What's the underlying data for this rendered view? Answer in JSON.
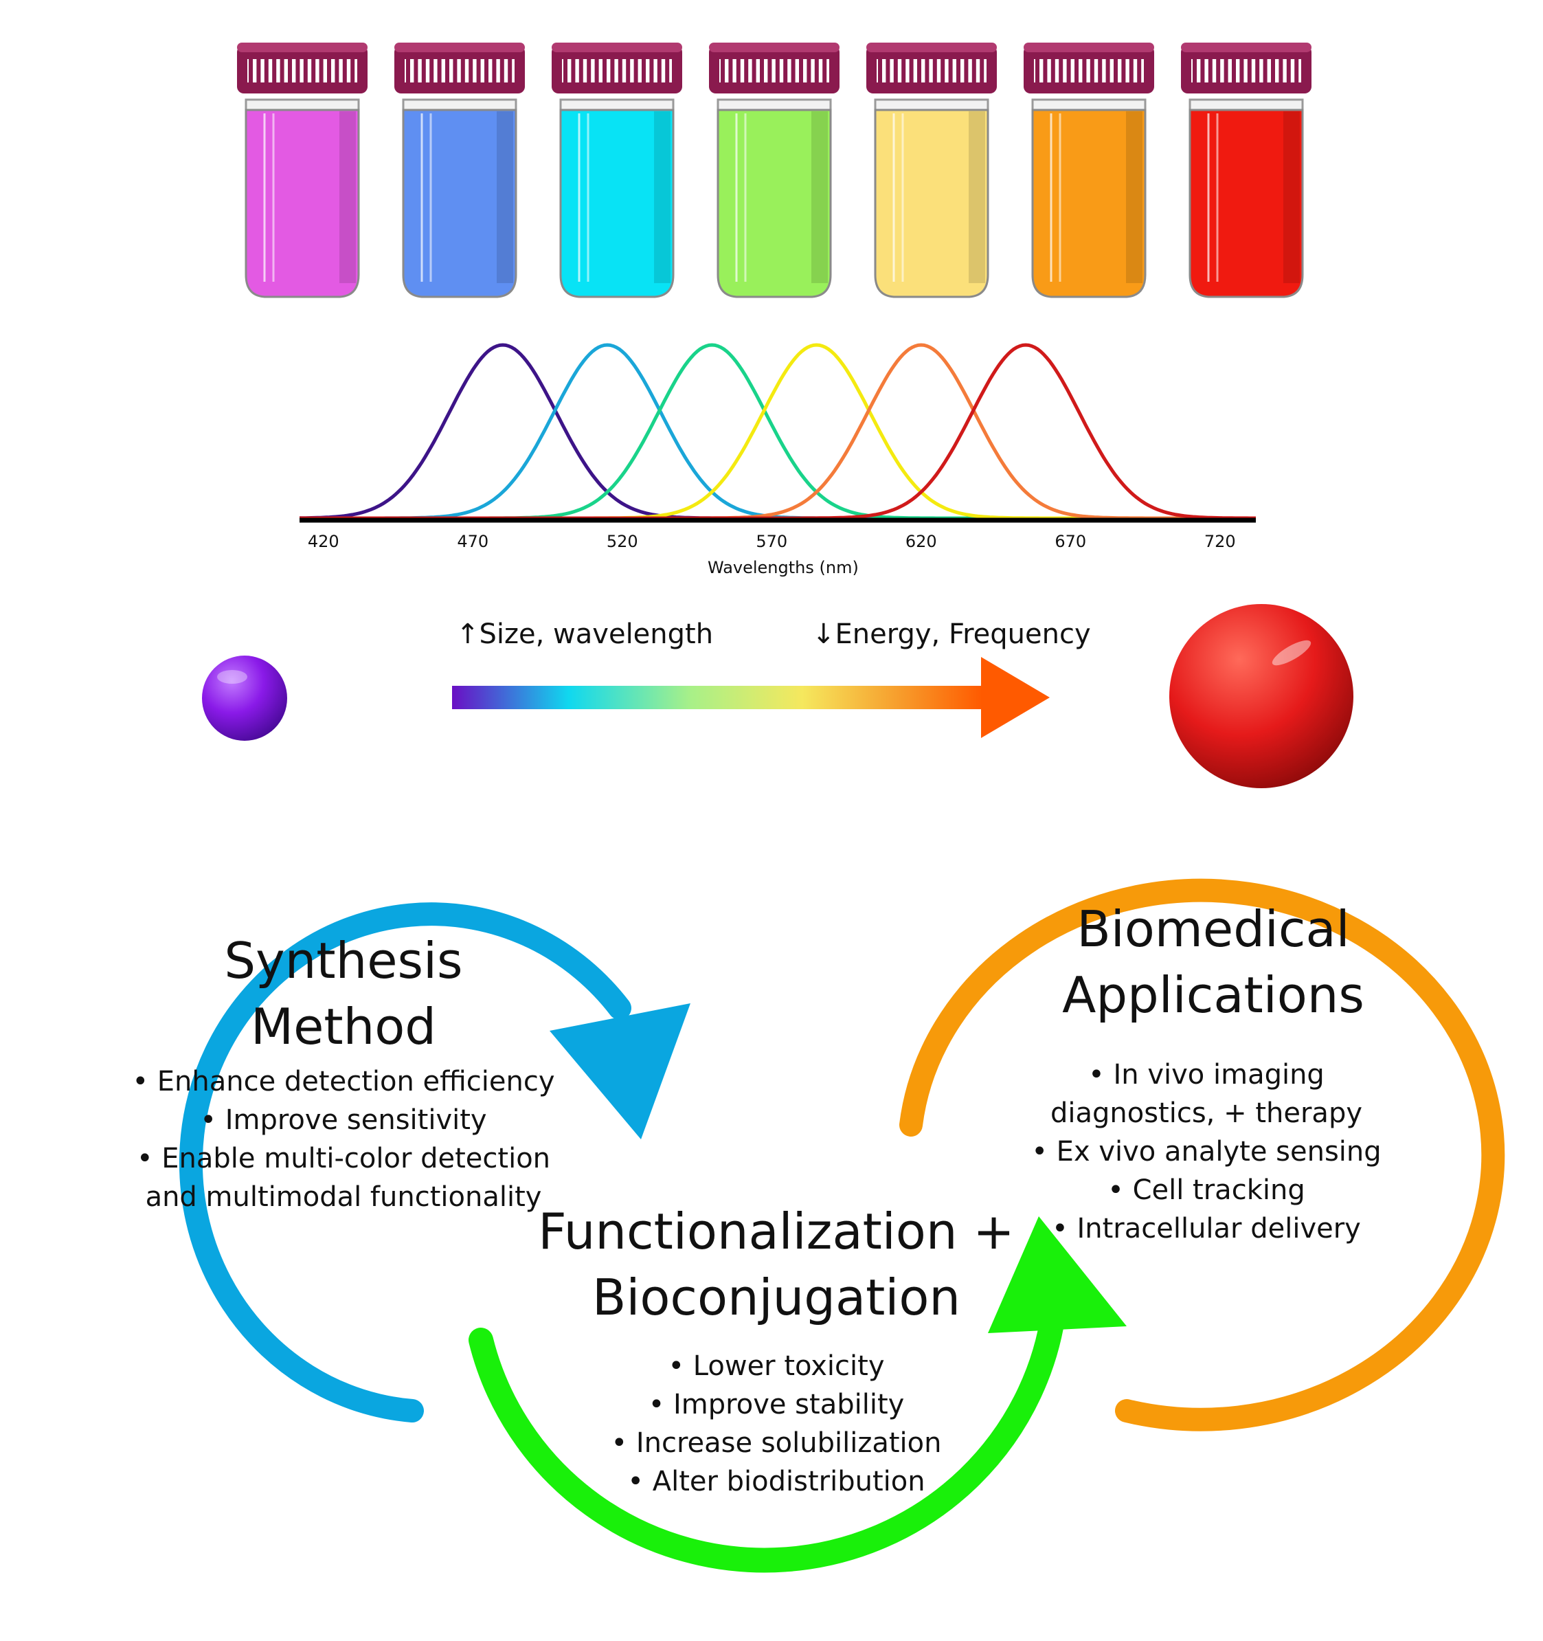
{
  "vials": [
    {
      "color": "#e35ae3"
    },
    {
      "color": "#5f8ff2"
    },
    {
      "color": "#08e3f5"
    },
    {
      "color": "#99f05b"
    },
    {
      "color": "#fbe07a"
    },
    {
      "color": "#f99b17"
    },
    {
      "color": "#f01a10"
    }
  ],
  "cap_color": "#8a1a4e",
  "chart_data": {
    "type": "line",
    "xlabel": "Wavelengths (nm)",
    "x_ticks": [
      420,
      470,
      520,
      570,
      620,
      670,
      720
    ],
    "xlim": [
      412,
      732
    ],
    "series": [
      {
        "peak": 480,
        "color": "#3d1488"
      },
      {
        "peak": 515,
        "color": "#1aa6d8"
      },
      {
        "peak": 550,
        "color": "#19d38a"
      },
      {
        "peak": 585,
        "color": "#f4ea10"
      },
      {
        "peak": 620,
        "color": "#f47b3a"
      },
      {
        "peak": 655,
        "color": "#d01a1a"
      }
    ]
  },
  "gradient_arrow": {
    "left_label": "Size, wavelength",
    "right_label": "Energy, Frequency",
    "left_arrow_glyph": "↑",
    "right_arrow_glyph": "↓",
    "stops": [
      "#6a0fc4",
      "#10d8ef",
      "#a8f088",
      "#f5e85e",
      "#f79a2a",
      "#ff5a00"
    ]
  },
  "particles": {
    "small_color": "#8a1ae8",
    "large_color": "#e51a1a"
  },
  "synthesis": {
    "title_line1": "Synthesis",
    "title_line2": "Method",
    "bullets": [
      "• Enhance detection efficiency",
      "• Improve sensitivity",
      "• Enable multi-color detection",
      "and multimodal functionality"
    ],
    "arrow_color": "#0aa6e0"
  },
  "functionalization": {
    "title_line1": "Functionalization +",
    "title_line2": "Bioconjugation",
    "bullets": [
      "• Lower toxicity",
      "• Improve stability",
      "• Increase solubilization",
      "• Alter biodistribution"
    ],
    "arrow_color": "#19f00a"
  },
  "biomedical": {
    "title_line1": "Biomedical",
    "title_line2": "Applications",
    "bullets": [
      "• In vivo imaging",
      "diagnostics, + therapy",
      "• Ex vivo analyte sensing",
      "• Cell tracking",
      "• Intracellular delivery"
    ],
    "arrow_color": "#f79a0a"
  }
}
